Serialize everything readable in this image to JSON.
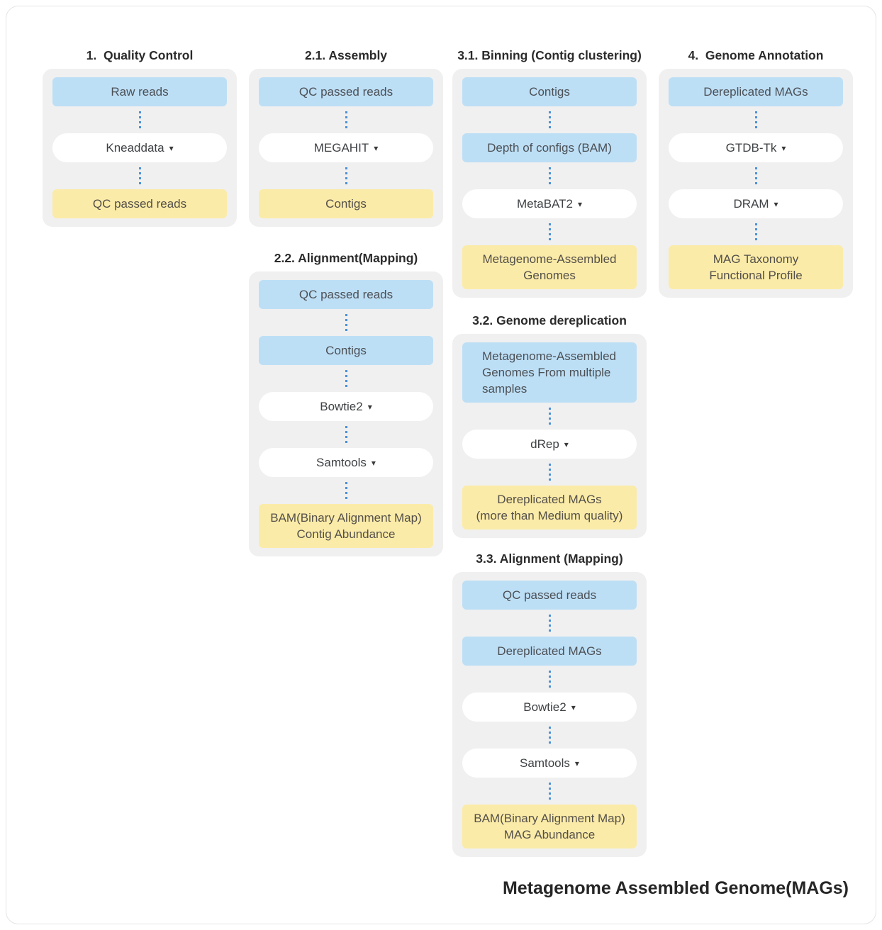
{
  "page": {
    "title": "Metagenome Assembled Genome(MAGs)"
  },
  "icons": {
    "dropdown_caret": "▾"
  },
  "colors": {
    "input_node": "#BDDFF6",
    "output_node": "#FBEBA8",
    "panel_background": "#F0F0F0",
    "connector_dots": "#4A90D9"
  },
  "sections": [
    {
      "id": "quality-control",
      "header": "1.  Quality Control",
      "items": [
        {
          "type": "input",
          "label": "Raw reads"
        },
        {
          "type": "tool",
          "label": "Kneaddata"
        },
        {
          "type": "output",
          "label": "QC passed reads"
        }
      ]
    },
    {
      "id": "assembly",
      "header": "2.1. Assembly",
      "items": [
        {
          "type": "input",
          "label": "QC passed reads"
        },
        {
          "type": "tool",
          "label": "MEGAHIT"
        },
        {
          "type": "output",
          "label": "Contigs"
        }
      ]
    },
    {
      "id": "alignment-mapping-contigs",
      "header": "2.2. Alignment(Mapping)",
      "items": [
        {
          "type": "input",
          "label": "QC passed reads"
        },
        {
          "type": "input",
          "label": "Contigs"
        },
        {
          "type": "tool",
          "label": "Bowtie2"
        },
        {
          "type": "tool",
          "label": "Samtools"
        },
        {
          "type": "output",
          "label": "BAM(Binary Alignment Map)\nContig Abundance"
        }
      ]
    },
    {
      "id": "binning-contig-clustering",
      "header": "3.1. Binning (Contig clustering)",
      "items": [
        {
          "type": "input",
          "label": "Contigs"
        },
        {
          "type": "input",
          "label": "Depth of configs (BAM)"
        },
        {
          "type": "tool",
          "label": "MetaBAT2"
        },
        {
          "type": "output",
          "label": "Metagenome-Assembled\nGenomes"
        }
      ]
    },
    {
      "id": "genome-dereplication",
      "header": "3.2. Genome dereplication",
      "items": [
        {
          "type": "input",
          "label": "Metagenome-Assembled\nGenomes From multiple\nsamples",
          "align": "left"
        },
        {
          "type": "tool",
          "label": "dRep"
        },
        {
          "type": "output",
          "label": "Dereplicated MAGs\n(more than Medium quality)"
        }
      ]
    },
    {
      "id": "alignment-mapping-mags",
      "header": "3.3. Alignment (Mapping)",
      "items": [
        {
          "type": "input",
          "label": "QC passed reads"
        },
        {
          "type": "input",
          "label": "Dereplicated MAGs"
        },
        {
          "type": "tool",
          "label": "Bowtie2"
        },
        {
          "type": "tool",
          "label": "Samtools"
        },
        {
          "type": "output",
          "label": "BAM(Binary Alignment Map)\nMAG Abundance"
        }
      ]
    },
    {
      "id": "genome-annotation",
      "header": "4.  Genome Annotation",
      "items": [
        {
          "type": "input",
          "label": "Dereplicated MAGs"
        },
        {
          "type": "tool",
          "label": "GTDB-Tk"
        },
        {
          "type": "tool",
          "label": "DRAM"
        },
        {
          "type": "output",
          "label": "MAG Taxonomy\nFunctional Profile"
        }
      ]
    }
  ]
}
